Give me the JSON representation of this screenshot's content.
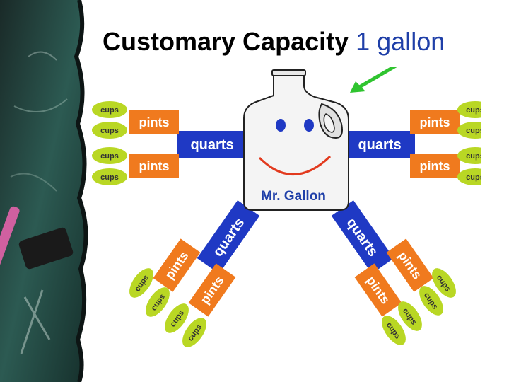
{
  "slide": {
    "title_main": "Customary Capacity",
    "title_part": "1 gallon"
  },
  "diagram": {
    "center_label": "Mr. Gallon",
    "unit_quarts": "quarts",
    "unit_pints": "pints",
    "unit_cups": "cups"
  },
  "colors": {
    "quarts": "#1f39c4",
    "pints": "#f07a1e",
    "cups": "#b9d724",
    "arrow": "#2fc42f",
    "face": "#e23a1e"
  }
}
